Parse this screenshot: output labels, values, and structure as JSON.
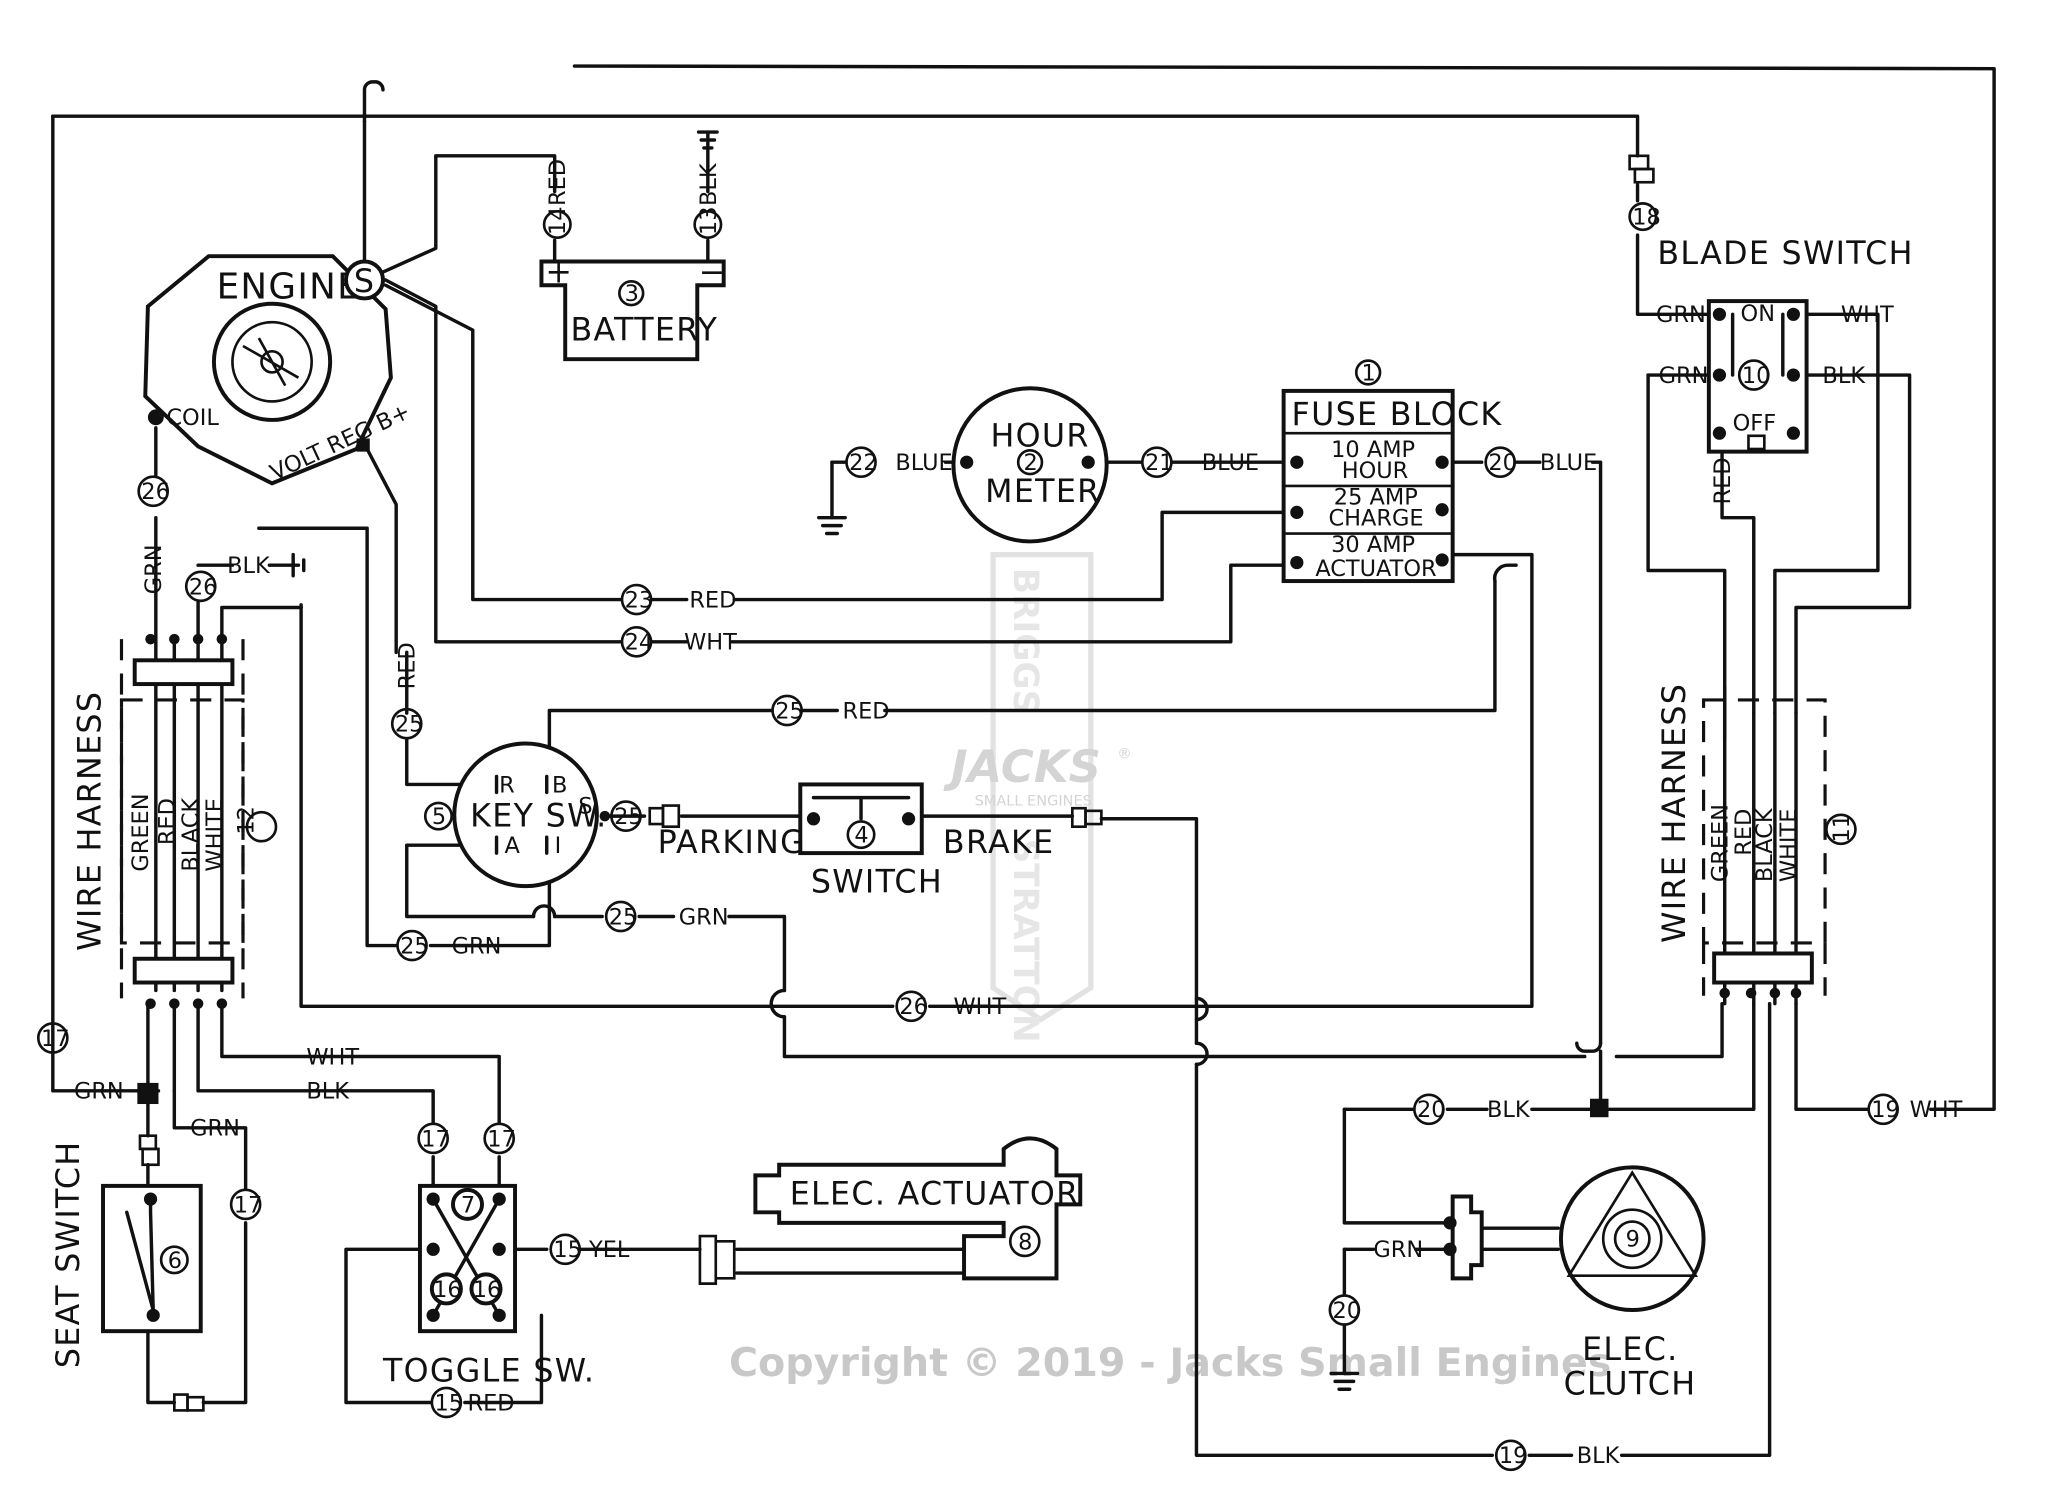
{
  "components": {
    "engine": "ENGINE",
    "engine_s": "S",
    "coil": "COIL",
    "volt_reg": "VOLT REG B+",
    "battery_num": "3",
    "battery": "BATTERY",
    "battery_plus": "+",
    "battery_minus": "−",
    "hour_meter_num": "2",
    "hour": "HOUR",
    "meter": "METER",
    "fuse_block_num": "1",
    "fuse_block": "FUSE BLOCK",
    "fuse_1a": "10 AMP",
    "fuse_1b": "HOUR",
    "fuse_2a": "25 AMP",
    "fuse_2b": "CHARGE",
    "fuse_3a": "30 AMP",
    "fuse_3b": "ACTUATOR",
    "blade_switch": "BLADE SWITCH",
    "blade_num": "10",
    "blade_on": "ON",
    "blade_off": "OFF",
    "key_num": "5",
    "key_sw": "KEY SW.",
    "key_r": "R",
    "key_b": "B",
    "key_a": "A",
    "key_i": "I",
    "key_s": "S",
    "parking": "PARKING",
    "brake": "BRAKE",
    "switch": "SWITCH",
    "switch_num": "4",
    "wire_harness": "WIRE HARNESS",
    "harness_left_num": "12",
    "harness_right_num": "11",
    "h_green": "GREEN",
    "h_red": "RED",
    "h_black": "BLACK",
    "h_white": "WHITE",
    "seat_switch": "SEAT SWITCH",
    "seat_num": "6",
    "toggle_sw": "TOGGLE SW.",
    "toggle_num": "7",
    "toggle_16": "16",
    "actuator": "ELEC. ACTUATOR",
    "actuator_num": "8",
    "clutch_num": "9",
    "elec": "ELEC.",
    "clutch": "CLUTCH"
  },
  "wires": {
    "red": "RED",
    "blk": "BLK",
    "grn": "GRN",
    "wht": "WHT",
    "blue": "BLUE",
    "yel": "YEL"
  },
  "refs": {
    "n13": "13",
    "n14": "14",
    "n15": "15",
    "n17": "17",
    "n18": "18",
    "n19": "19",
    "n20": "20",
    "n21": "21",
    "n22": "22",
    "n23": "23",
    "n24": "24",
    "n25": "25",
    "n26": "26"
  },
  "watermark": {
    "logo": "JACKS",
    "registered": "®",
    "logo_sub": "SMALL ENGINES",
    "brand_top": "BRIGGS",
    "brand_bottom": "STRATTON",
    "copyright": "Copyright © 2019 - Jacks Small Engines"
  }
}
